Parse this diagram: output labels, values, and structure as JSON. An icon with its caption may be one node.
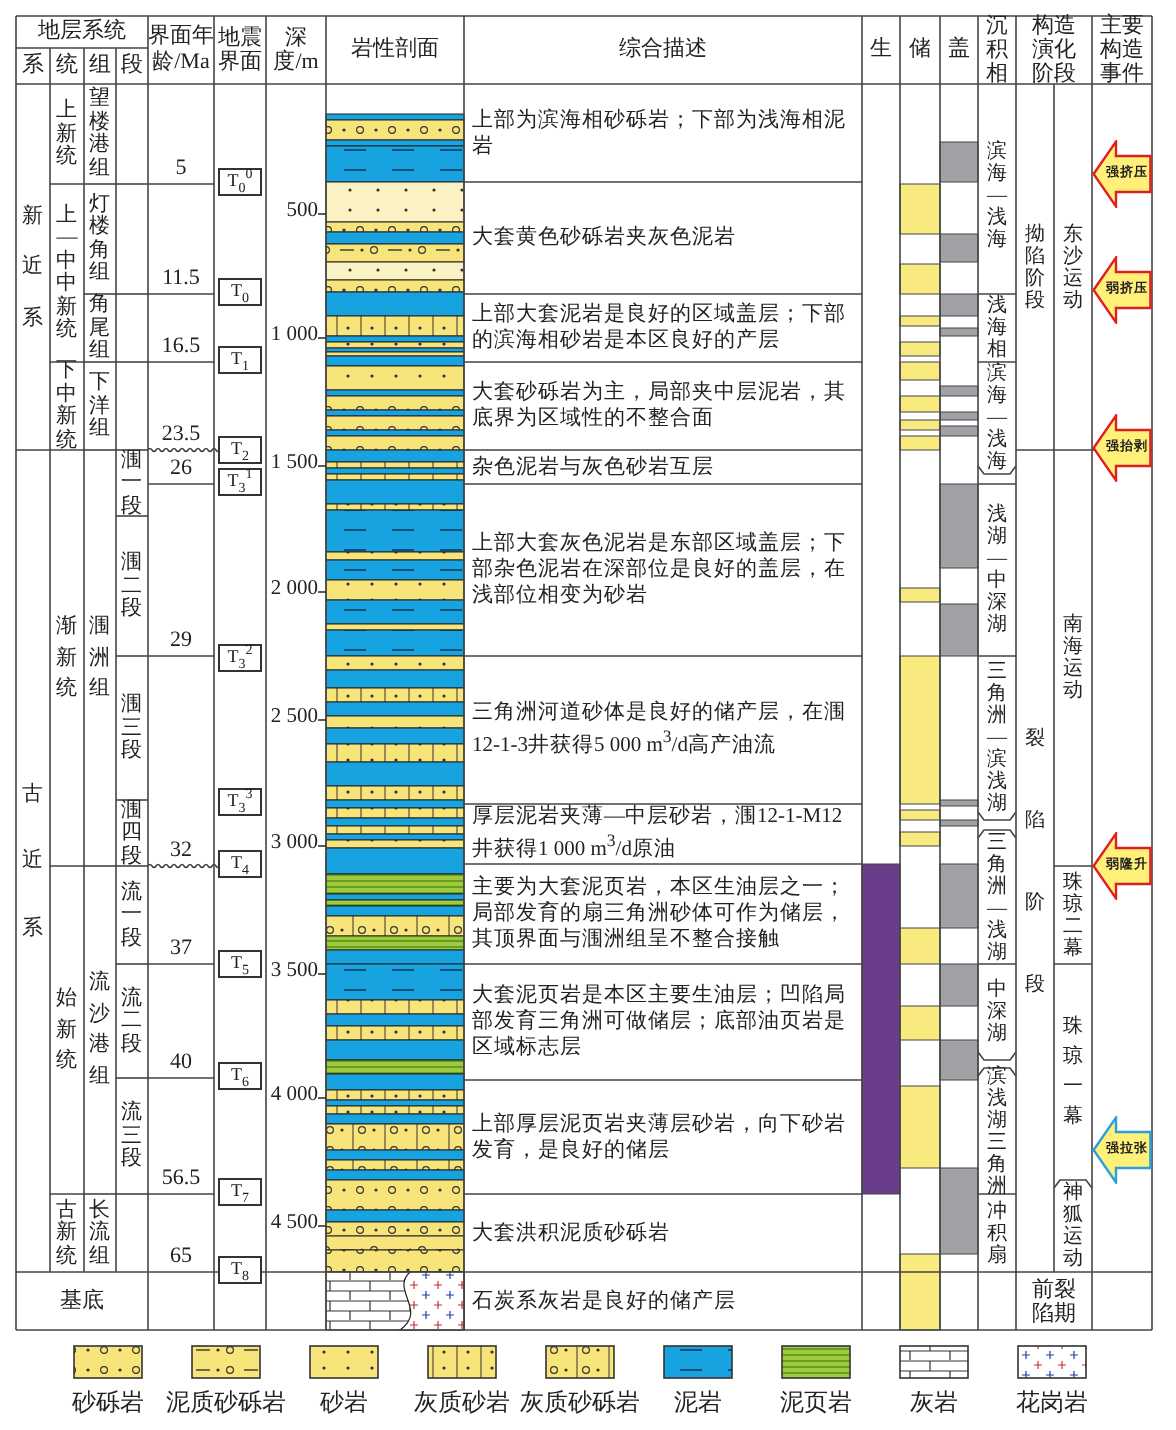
{
  "diagram": {
    "nodes": [
      {
        "text": [
          "T$_{0}$$^{0}$"
        ]
      },
      {
        "text": [
          "T$_{0}$"
        ]
      },
      {
        "text": [
          "T$_{1}$"
        ]
      },
      {
        "text": [
          "T$_{2}$"
        ]
      },
      {
        "text": [
          "T$_{3}$$^{1}$"
        ]
      },
      {
        "text": [
          "T$_{3}$$^{2}$"
        ]
      },
      {
        "text": [
          "T$_{3}$$^{3}$"
        ]
      },
      {
        "text": [
          "T$_{4}$"
        ]
      },
      {
        "text": [
          "T$_{5}$"
        ]
      },
      {
        "text": [
          "T$_{6}$"
        ]
      },
      {
        "text": [
          "T$_{7}$"
        ]
      },
      {
        "text": [
          "T$_{8}$"
        ]
      },
      {
        "text": [
          "强挤压"
        ]
      },
      {
        "text": [
          "弱挤压"
        ]
      },
      {
        "text": [
          "强抬剥"
        ]
      },
      {
        "text": [
          "弱隆升"
        ]
      },
      {
        "text": [
          "强拉张"
        ]
      }
    ],
    "labels": [
      "地层系统",
      "界面年龄/Ma",
      "地震界面",
      "深度/m",
      "岩性剖面",
      "综合描述",
      "生",
      "储",
      "盖",
      "沉积相",
      "构造演化阶段",
      "主要构造事件",
      "系",
      "统",
      "组",
      "段",
      "新近系",
      "上新统",
      "望楼港组",
      "5",
      "滨海—浅海",
      "拗陷阶段",
      "东沙运动",
      "上部为滨海相砂砾岩；下部为浅海相泥岩",
      "500",
      "上—中中新统",
      "灯楼角组",
      "11.5",
      "大套黄色砂砾岩夹灰色泥岩",
      "角尾组",
      "16.5",
      "1 000",
      "上部大套泥岩是良好的区域盖层；下部的滨海相砂岩是本区良好的产层",
      "浅海相",
      "下中新统",
      "下洋组",
      "23.5",
      "大套砂砾岩为主，局部夹中层泥岩，其底界为区域性的不整合面",
      "滨海—浅海",
      "古近系",
      "渐新统",
      "涠洲组",
      "涠一段",
      "26",
      "1 500",
      "杂色泥岩与灰色砂岩互层",
      "裂陷阶段",
      "南海运动",
      "涠二段",
      "29",
      "2 000",
      "上部大套灰色泥岩是东部区域盖层；下部杂色泥岩在深部位是良好的盖层，在浅部位相变为砂岩",
      "浅湖—中深湖",
      "涠三段",
      "2 500",
      "三角洲河道砂体是良好的储产层，在涠12-1-3井获得5 000 m$^{3}$/d高产油流",
      "三角洲—滨浅湖",
      "涠四段",
      "32",
      "3 000",
      "厚层泥岩夹薄—中层砂岩，涠12-1-M12井获得1 000 m$^{3}$/d原油",
      "三角洲—浅湖",
      "始新统",
      "流沙港组",
      "流一段",
      "37",
      "主要为大套泥页岩，本区生油层之一；局部发育的扇三角洲砂体可作为储层，其顶界面与涠洲组呈不整合接触",
      "珠琼二幕",
      "流二段",
      "40",
      "3 500",
      "大套泥页岩是本区主要生油层；凹陷局部发育三角洲可做储层；底部油页岩是区域标志层",
      "中深湖",
      "珠琼一幕",
      "流三段",
      "56.5",
      "4 000",
      "上部厚层泥页岩夹薄层砂岩，向下砂岩发育，是良好的储层",
      "滨浅湖三角洲",
      "古新统",
      "长流组",
      "65",
      "4 500",
      "大套洪积泥质砂砾岩",
      "冲积扇",
      "神狐运动",
      "基底",
      "石炭系灰岩是良好的储产层",
      "前裂陷期"
    ],
    "legend": [
      {
        "text": "砂砾岩"
      },
      {
        "text": "泥质砂砾岩"
      },
      {
        "text": "砂岩"
      },
      {
        "text": "灰质砂岩"
      },
      {
        "text": "灰质砂砾岩"
      },
      {
        "text": "泥岩"
      },
      {
        "text": "泥页岩"
      },
      {
        "text": "灰岩"
      },
      {
        "text": "花岗岩"
      }
    ]
  }
}
